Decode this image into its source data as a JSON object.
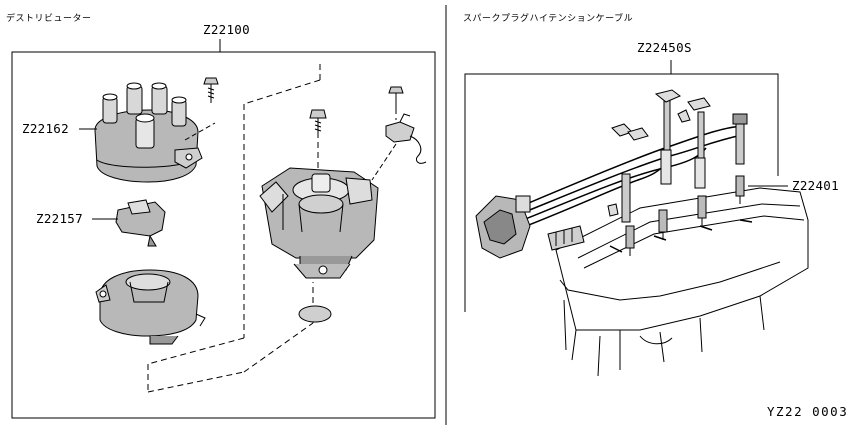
{
  "left_section": {
    "title": "デストリビューター",
    "assembly_part": "Z22100",
    "parts": [
      {
        "number": "Z22162"
      },
      {
        "number": "Z22157"
      }
    ]
  },
  "right_section": {
    "title": "スパークプラグハイテンションケーブル",
    "assembly_part": "Z22450S",
    "parts": [
      {
        "number": "Z22401"
      }
    ]
  },
  "footer": {
    "reference_code": "YZ22 0003"
  },
  "colors": {
    "line": "#000000",
    "background": "#ffffff",
    "shade": "#b8b8b8",
    "dark": "#555555"
  }
}
